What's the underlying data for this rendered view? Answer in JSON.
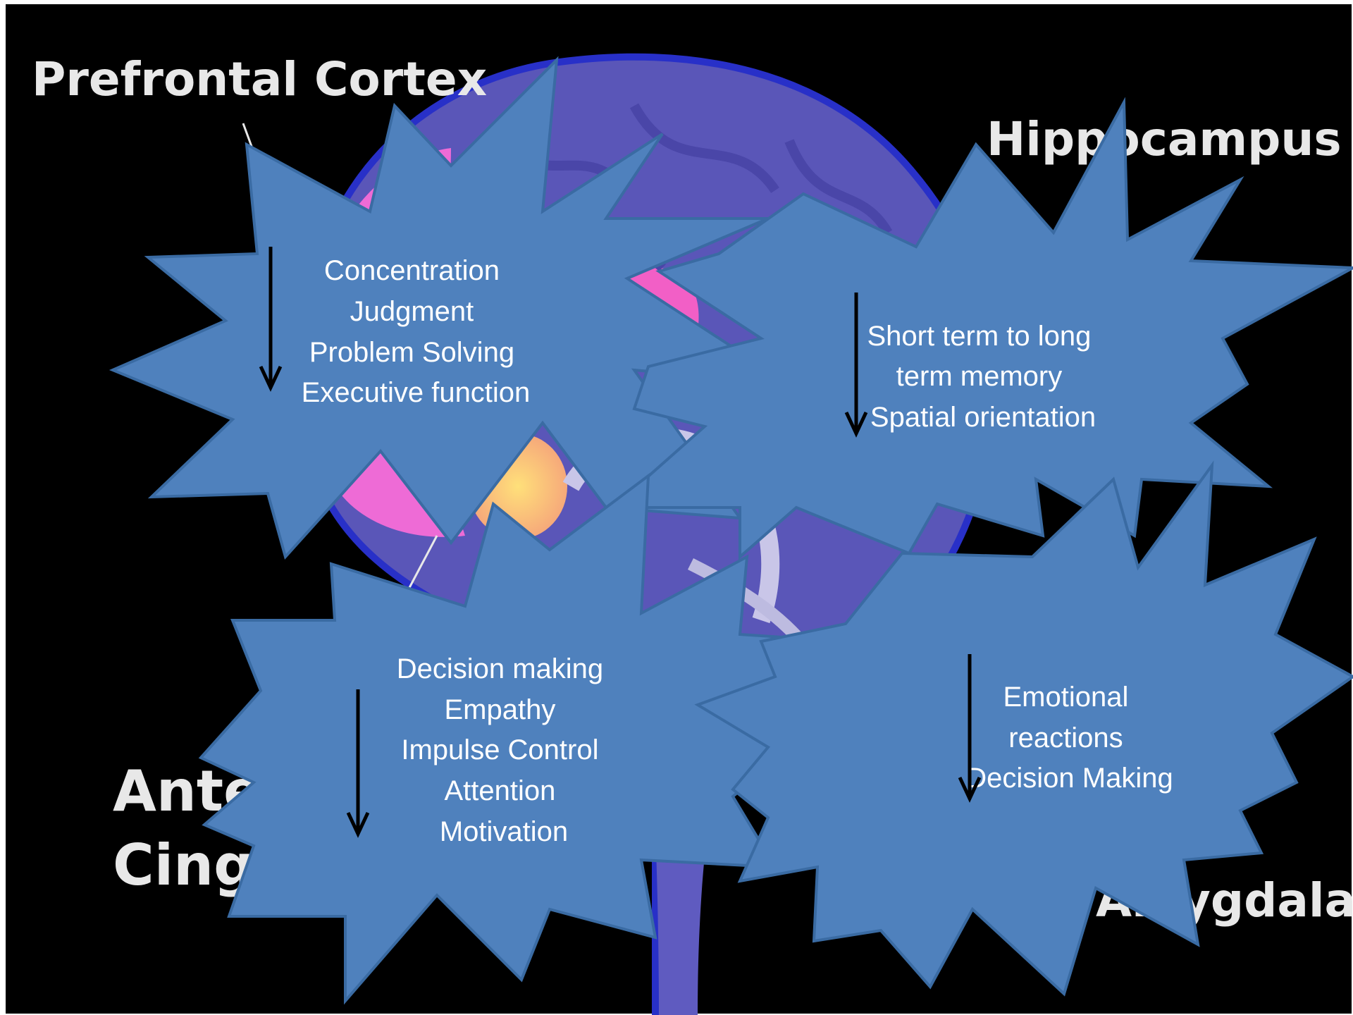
{
  "region_labels": {
    "prefrontal": "Prefrontal Cortex",
    "hippocampus": "Hippocampus",
    "anterior": "Anterior",
    "cingulate": "Cingulate",
    "amygdala": "Amygdala"
  },
  "bursts": {
    "prefrontal": [
      "Concentration",
      "Judgment",
      "Problem Solving",
      "Executive function"
    ],
    "hippocampus": [
      "Short term to long",
      "term memory",
      "Spatial orientation"
    ],
    "cingulate": [
      "Decision making",
      "Empathy",
      "Impulse Control",
      "Attention",
      "Motivation"
    ],
    "amygdala": [
      "Emotional",
      "reactions",
      "Decision Making"
    ]
  },
  "colors": {
    "background": "#000000",
    "burst_fill": "#4f81bd",
    "burst_stroke": "#3a6ba3",
    "brain": "#5a56b8",
    "prefrontal_area": "#ee6bd6",
    "highlight": "#ffd36b",
    "text": "#ffffff",
    "label": "#e8e8e8"
  }
}
